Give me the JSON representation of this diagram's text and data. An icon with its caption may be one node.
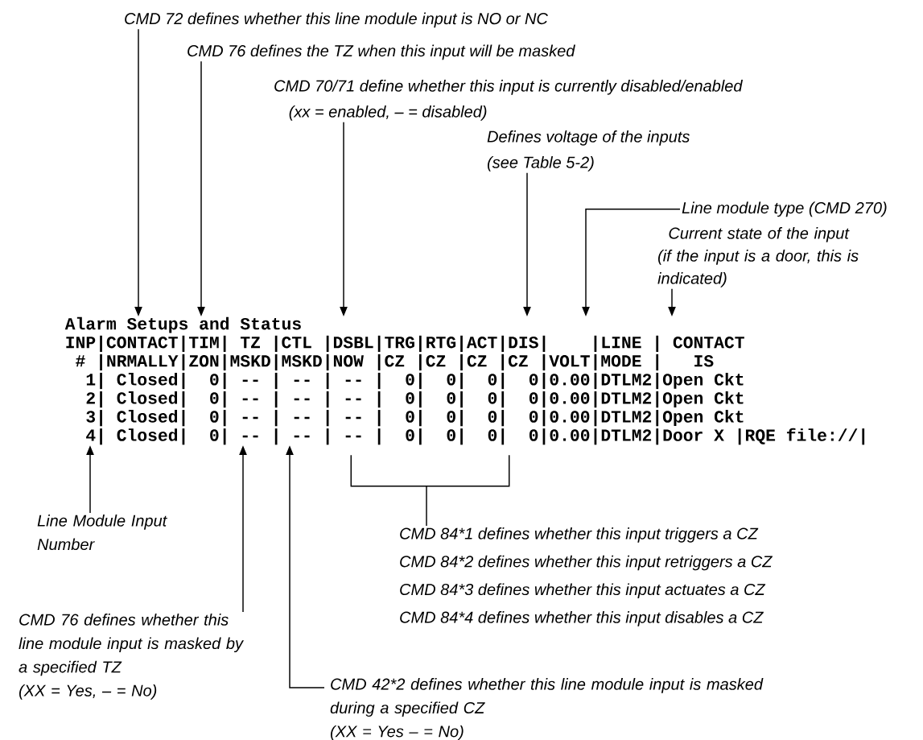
{
  "diagram": {
    "nodes": [
      {
        "text": [
          "CMD 72 defines whether this line module input is NO or NC"
        ]
      },
      {
        "text": [
          "CMD 76 defines the TZ when this input will be masked"
        ]
      },
      {
        "text": [
          "CMD 70/71 define whether this input is currently disabled/enabled",
          "(xx = enabled, – = disabled)"
        ]
      },
      {
        "text": [
          "Defines voltage of the inputs",
          "(see Table 5-2)"
        ]
      },
      {
        "text": [
          "Line module type (CMD 270)"
        ]
      },
      {
        "text": [
          "Current state of the input",
          "(if the input is a door, this is indicated)"
        ]
      },
      {
        "text": [
          "Line Module Input Number"
        ]
      },
      {
        "text": [
          "CMD 76 defines whether this line module input is masked by a specified TZ",
          "(XX = Yes, – = No)"
        ]
      },
      {
        "text": [
          "CMD 42*2 defines whether this line module input is masked during a specified CZ",
          "(XX = Yes – = No)"
        ]
      },
      {
        "text": [
          "CMD 84*1 defines whether this input triggers a CZ",
          "CMD 84*2 defines whether this input retriggers a CZ",
          "CMD 84*3 defines whether this input actuates a CZ",
          "CMD 84*4 defines whether this input disables a CZ"
        ]
      },
      {
        "text": [
          "Alarm Setups and Status",
          "INP|CONTACT|TIM| TZ |CTL |DSBL|TRG|RTG|ACT|DIS|    |LINE | CONTACT",
          " # |NRMALLY|ZON|MSKD|MSKD|NOW |CZ |CZ |CZ |CZ |VOLT|MODE |   IS",
          "  1| Closed|  0| -- | -- | -- |  0|  0|  0|  0|0.00|DTLM2|Open Ckt",
          "  2| Closed|  0| -- | -- | -- |  0|  0|  0|  0|0.00|DTLM2|Open Ckt",
          "  3| Closed|  0| -- | -- | -- |  0|  0|  0|  0|0.00|DTLM2|Open Ckt",
          "  4| Closed|  0| -- | -- | -- |  0|  0|  0|  0|0.00|DTLM2|Door X |RQE file://|"
        ]
      },
      {
        "text": [],
        "shape": "bracket"
      }
    ],
    "edges": [
      {
        "from": 0,
        "to": 10,
        "arrow": "to"
      },
      {
        "from": 1,
        "to": 10,
        "arrow": "to"
      },
      {
        "from": 2,
        "to": 10,
        "arrow": "to"
      },
      {
        "from": 3,
        "to": 10,
        "arrow": "to"
      },
      {
        "from": 4,
        "to": 10,
        "arrow": "to"
      },
      {
        "from": 5,
        "to": 10,
        "arrow": "to"
      },
      {
        "from": 6,
        "to": 10,
        "arrow": "to"
      },
      {
        "from": 7,
        "to": 10,
        "arrow": "to"
      },
      {
        "from": 8,
        "to": 10,
        "arrow": "to"
      },
      {
        "from": 9,
        "to": 11,
        "arrow": "none"
      }
    ]
  }
}
